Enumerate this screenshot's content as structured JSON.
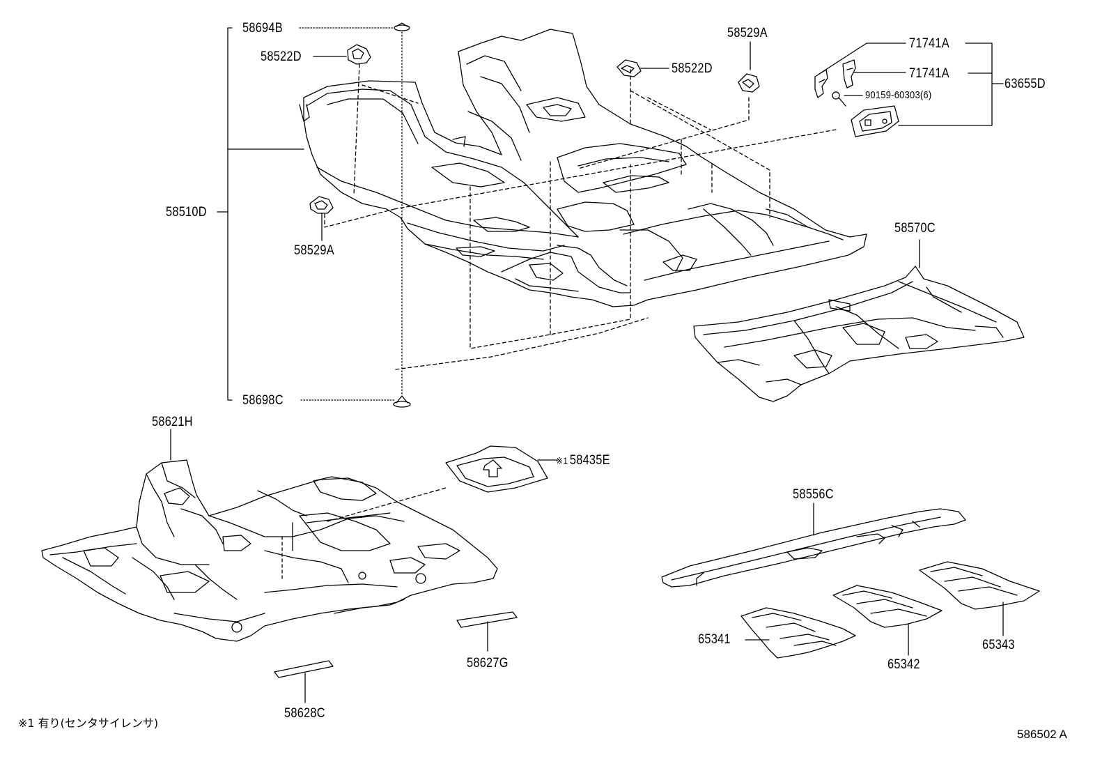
{
  "parts": {
    "p58694B": "58694B",
    "p58522D_left": "58522D",
    "p58510D": "58510D",
    "p58529A_left": "58529A",
    "p58698C": "58698C",
    "p58529A_right": "58529A",
    "p58522D_right": "58522D",
    "p71741A_top": "71741A",
    "p71741A_mid": "71741A",
    "p90159": "90159-60303(6)",
    "p63655D": "63655D",
    "p58570C": "58570C",
    "p58621H": "58621H",
    "p58435E_mark": "※1",
    "p58435E": "58435E",
    "p58556C": "58556C",
    "p58627G": "58627G",
    "p58628C": "58628C",
    "p65341": "65341",
    "p65342": "65342",
    "p65343": "65343"
  },
  "footnote": "※1 有り(センタサイレンサ)",
  "figure_ref": "586502 A",
  "colors": {
    "line": "#000000",
    "background": "#ffffff"
  }
}
